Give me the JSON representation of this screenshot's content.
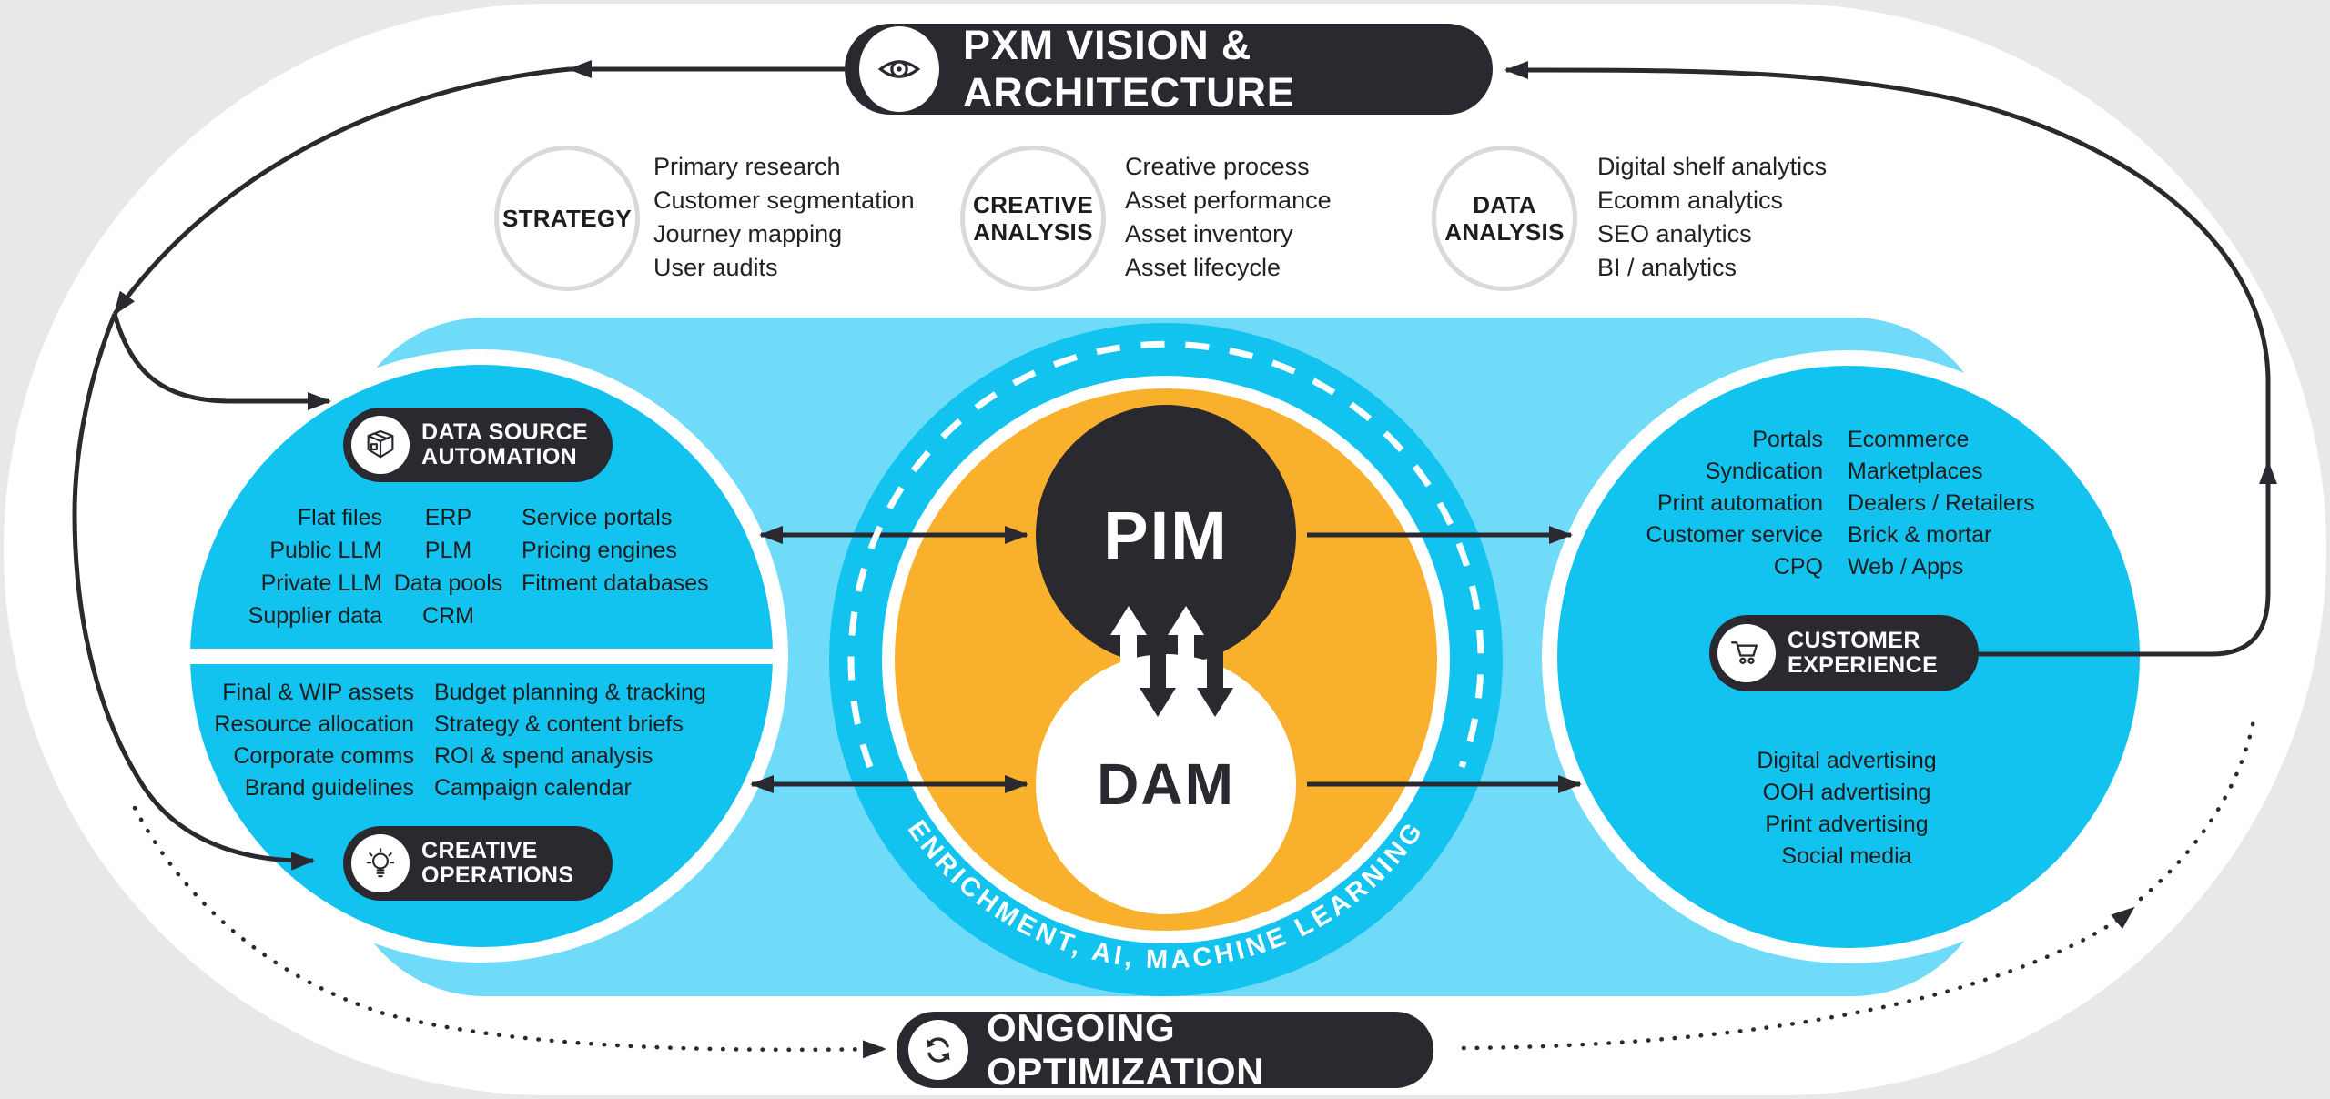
{
  "title_pill": {
    "label": "PXM VISION & ARCHITECTURE",
    "icon": "eye-icon"
  },
  "bottom_pill": {
    "label": "ONGOING OPTIMIZATION",
    "icon": "sync-icon"
  },
  "center": {
    "pim": "PIM",
    "dam": "DAM",
    "ring_text": "ENRICHMENT, AI, MACHINE LEARNING"
  },
  "phases": [
    {
      "label1": "STRATEGY",
      "items": [
        "Primary research",
        "Customer segmentation",
        "Journey mapping",
        "User audits"
      ]
    },
    {
      "label1": "CREATIVE",
      "label2": "ANALYSIS",
      "items": [
        "Creative process",
        "Asset performance",
        "Asset inventory",
        "Asset lifecycle"
      ]
    },
    {
      "label1": "DATA",
      "label2": "ANALYSIS",
      "items": [
        "Digital shelf analytics",
        "Ecomm analytics",
        "SEO analytics",
        "BI / analytics"
      ]
    }
  ],
  "data_source_automation": {
    "line1": "DATA SOURCE",
    "line2": "AUTOMATION",
    "icon": "package-icon",
    "col1": [
      "Flat files",
      "Public LLM",
      "Private LLM",
      "Supplier data"
    ],
    "col2": [
      "ERP",
      "PLM",
      "Data pools",
      "CRM"
    ],
    "col3": [
      "Service portals",
      "Pricing engines",
      "Fitment databases"
    ]
  },
  "creative_operations": {
    "line1": "CREATIVE",
    "line2": "OPERATIONS",
    "icon": "lightbulb-icon",
    "col1": [
      "Final & WIP assets",
      "Resource allocation",
      "Corporate comms",
      "Brand guidelines"
    ],
    "col2": [
      "Budget planning & tracking",
      "Strategy & content briefs",
      "ROI & spend analysis",
      "Campaign calendar"
    ]
  },
  "customer_experience": {
    "line1": "CUSTOMER",
    "line2": "EXPERIENCE",
    "icon": "cart-icon",
    "col1": [
      "Portals",
      "Syndication",
      "Print automation",
      "Customer service",
      "CPQ"
    ],
    "col2": [
      "Ecommerce",
      "Marketplaces",
      "Dealers / Retailers",
      "Brick & mortar",
      "Web / Apps"
    ],
    "bottom": [
      "Digital advertising",
      "OOH advertising",
      "Print advertising",
      "Social media"
    ]
  },
  "colors": {
    "cyan": "#11c3ee",
    "light_blue": "#6fdbf8",
    "orange": "#f9b02d",
    "dark": "#2a2930",
    "bg": "#e8e8e8"
  }
}
